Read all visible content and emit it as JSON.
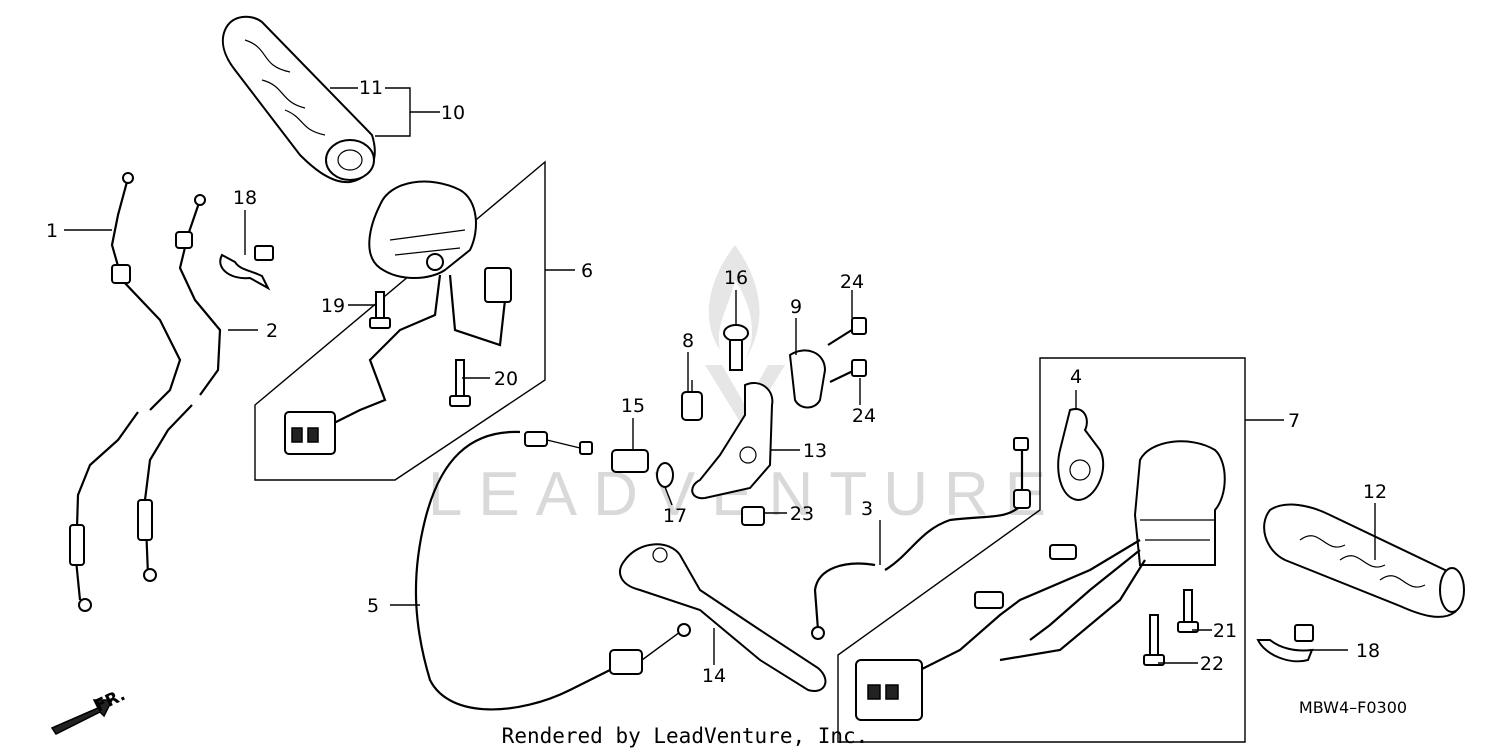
{
  "diagram": {
    "callouts": {
      "c1": "1",
      "c2": "2",
      "c3": "3",
      "c4": "4",
      "c5": "5",
      "c6": "6",
      "c7": "7",
      "c8": "8",
      "c9": "9",
      "c10": "10",
      "c11": "11",
      "c12": "12",
      "c13": "13",
      "c14": "14",
      "c15": "15",
      "c16": "16",
      "c17": "17",
      "c18a": "18",
      "c18b": "18",
      "c19": "19",
      "c20": "20",
      "c21": "21",
      "c22": "22",
      "c23": "23",
      "c24a": "24",
      "c24b": "24"
    },
    "front_marker": "FR.",
    "drawing_code": "MBW4–F0300",
    "footer": "Rendered by LeadVenture, Inc.",
    "watermark": "LEADVENTURE"
  }
}
